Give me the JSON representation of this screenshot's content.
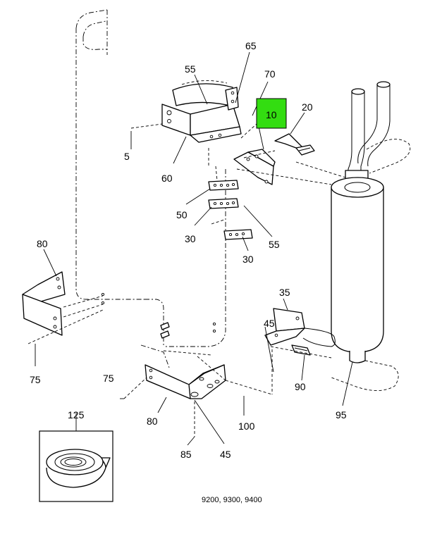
{
  "diagram": {
    "caption": "9200, 9300, 9400",
    "highlight_color": "#33dd11",
    "callouts": {
      "c5": "5",
      "c10": "10",
      "c20": "20",
      "c30a": "30",
      "c30b": "30",
      "c35": "35",
      "c45a": "45",
      "c45b": "45",
      "c50": "50",
      "c55a": "55",
      "c55b": "55",
      "c60": "60",
      "c65": "65",
      "c70": "70",
      "c75a": "75",
      "c75b": "75",
      "c80a": "80",
      "c80b": "80",
      "c85": "85",
      "c90": "90",
      "c95": "95",
      "c100": "100",
      "c125": "125"
    }
  }
}
